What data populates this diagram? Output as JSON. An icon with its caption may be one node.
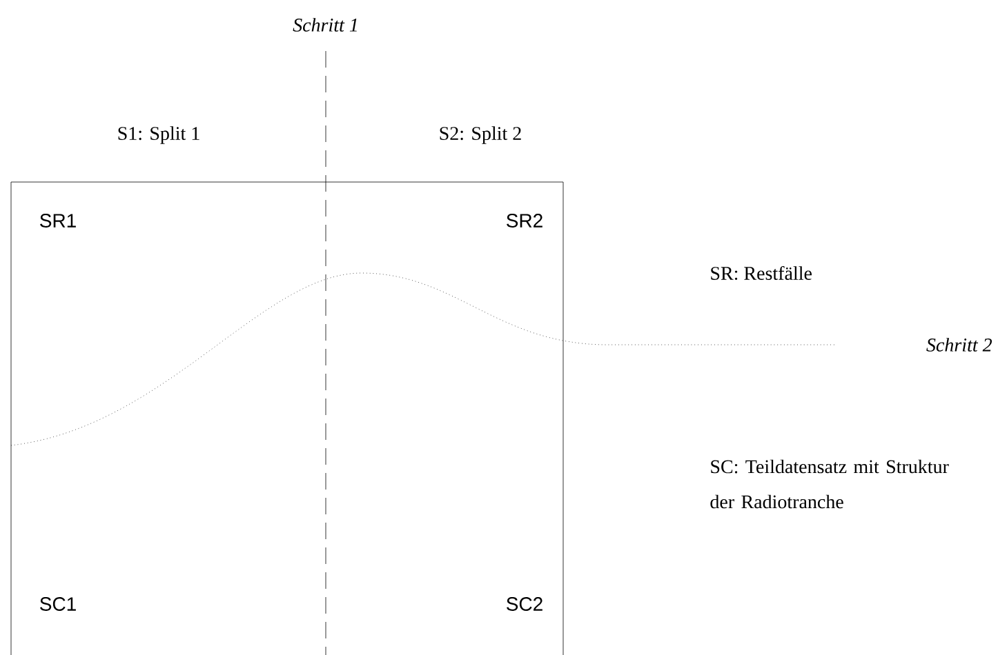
{
  "diagram": {
    "nodes": [
      {
        "text": [
          "SR1",
          "SR2",
          "SC1",
          "SC2"
        ]
      }
    ],
    "labels": [
      "Schritt 1",
      "S1: Split 1",
      "S2: Split 2",
      "SR: Restfälle",
      "Schritt 2",
      "SC: Teildatensatz mit Struktur der Radiotranche"
    ]
  }
}
